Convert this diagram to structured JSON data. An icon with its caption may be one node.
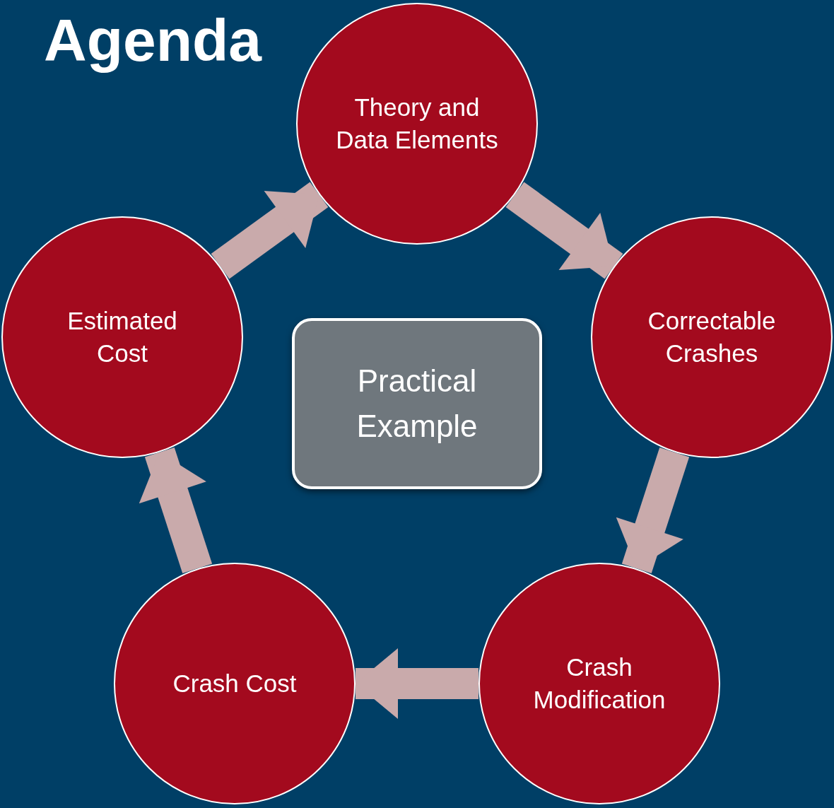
{
  "diagram": {
    "title": "Agenda",
    "nodes": [
      {
        "text": [
          "Theory and Data Elements"
        ]
      },
      {
        "text": [
          "Correctable Crashes"
        ]
      },
      {
        "text": [
          "Crash Modification"
        ]
      },
      {
        "text": [
          "Crash Cost"
        ]
      },
      {
        "text": [
          "Estimated Cost"
        ]
      },
      {
        "text": [
          "Practical Example"
        ]
      }
    ],
    "edges": [
      {
        "from": 0,
        "to": 1,
        "arrow": "to"
      },
      {
        "from": 1,
        "to": 2,
        "arrow": "to"
      },
      {
        "from": 2,
        "to": 3,
        "arrow": "to"
      },
      {
        "from": 3,
        "to": 4,
        "arrow": "to"
      },
      {
        "from": 4,
        "to": 0,
        "arrow": "to"
      }
    ]
  }
}
